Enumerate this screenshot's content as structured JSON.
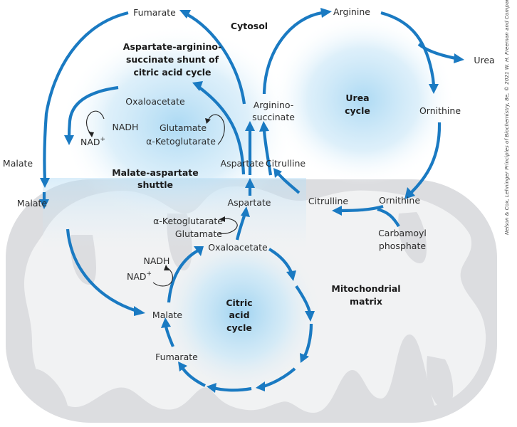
{
  "figure": {
    "credit": "Nelson & Cox, Lehninger Principles of Biochemistry, 8e, © 2021 W. H. Freeman and Company",
    "colors": {
      "pathway": "#1a7ac2",
      "glow": "#bfe3f7",
      "membrane_outer": "#dcdde0",
      "matrix": "#f1f2f3",
      "cofactor_arrow": "#222222"
    }
  },
  "regions": {
    "cytosol": "Cytosol",
    "mito_matrix_line1": "Mitochondrial",
    "mito_matrix_line2": "matrix"
  },
  "titles": {
    "shunt_line1": "Aspartate-arginino-",
    "shunt_line2": "succinate shunt of",
    "shunt_line3": "citric acid cycle",
    "urea_line1": "Urea",
    "urea_line2": "cycle",
    "shuttle_line1": "Malate-aspartate",
    "shuttle_line2": "shuttle",
    "tca_line1": "Citric",
    "tca_line2": "acid",
    "tca_line3": "cycle"
  },
  "metabolites": {
    "fumarate_cyto": "Fumarate",
    "arginine": "Arginine",
    "urea": "Urea",
    "ornithine_cyto": "Ornithine",
    "argininosuccinate_line1": "Arginino-",
    "argininosuccinate_line2": "succinate",
    "oxaloacetate_cyto": "Oxaloacetate",
    "nadh_cyto": "NADH",
    "nad_cyto": "NAD",
    "glutamate_cyto": "Glutamate",
    "akg_cyto": "α-Ketoglutarate",
    "malate_cyto": "Malate",
    "aspartate_cyto": "Aspartate",
    "citrulline_cyto": "Citrulline",
    "malate_mito": "Malate",
    "aspartate_mito": "Aspartate",
    "citrulline_mito": "Citrulline",
    "ornithine_mito": "Ornithine",
    "akg_mito": "α-Ketoglutarate",
    "glutamate_mito": "Glutamate",
    "oxaloacetate_mito": "Oxaloacetate",
    "carbamoyl_line1": "Carbamoyl",
    "carbamoyl_line2": "phosphate",
    "nadh_mito": "NADH",
    "nad_mito": "NAD",
    "malate_tca": "Malate",
    "fumarate_tca": "Fumarate",
    "plus": "+"
  }
}
